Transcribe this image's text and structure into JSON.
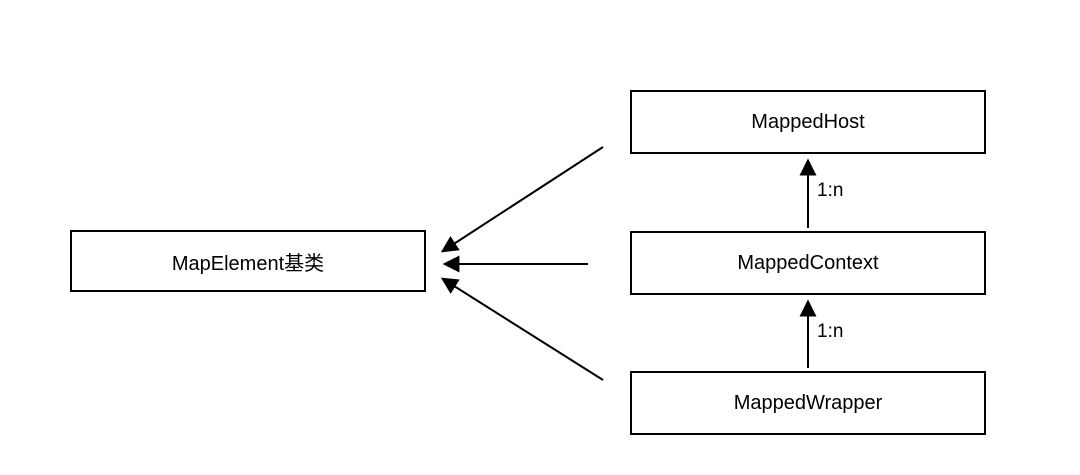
{
  "diagram": {
    "background_color": "#ffffff",
    "stroke_color": "#000000",
    "nodes": {
      "map_element_base": {
        "label": "MapElement基类"
      },
      "mapped_host": {
        "label": "MappedHost"
      },
      "mapped_context": {
        "label": "MappedContext"
      },
      "mapped_wrapper": {
        "label": "MappedWrapper"
      }
    },
    "edge_labels": {
      "host_context": "1:n",
      "context_wrapper": "1:n"
    }
  }
}
